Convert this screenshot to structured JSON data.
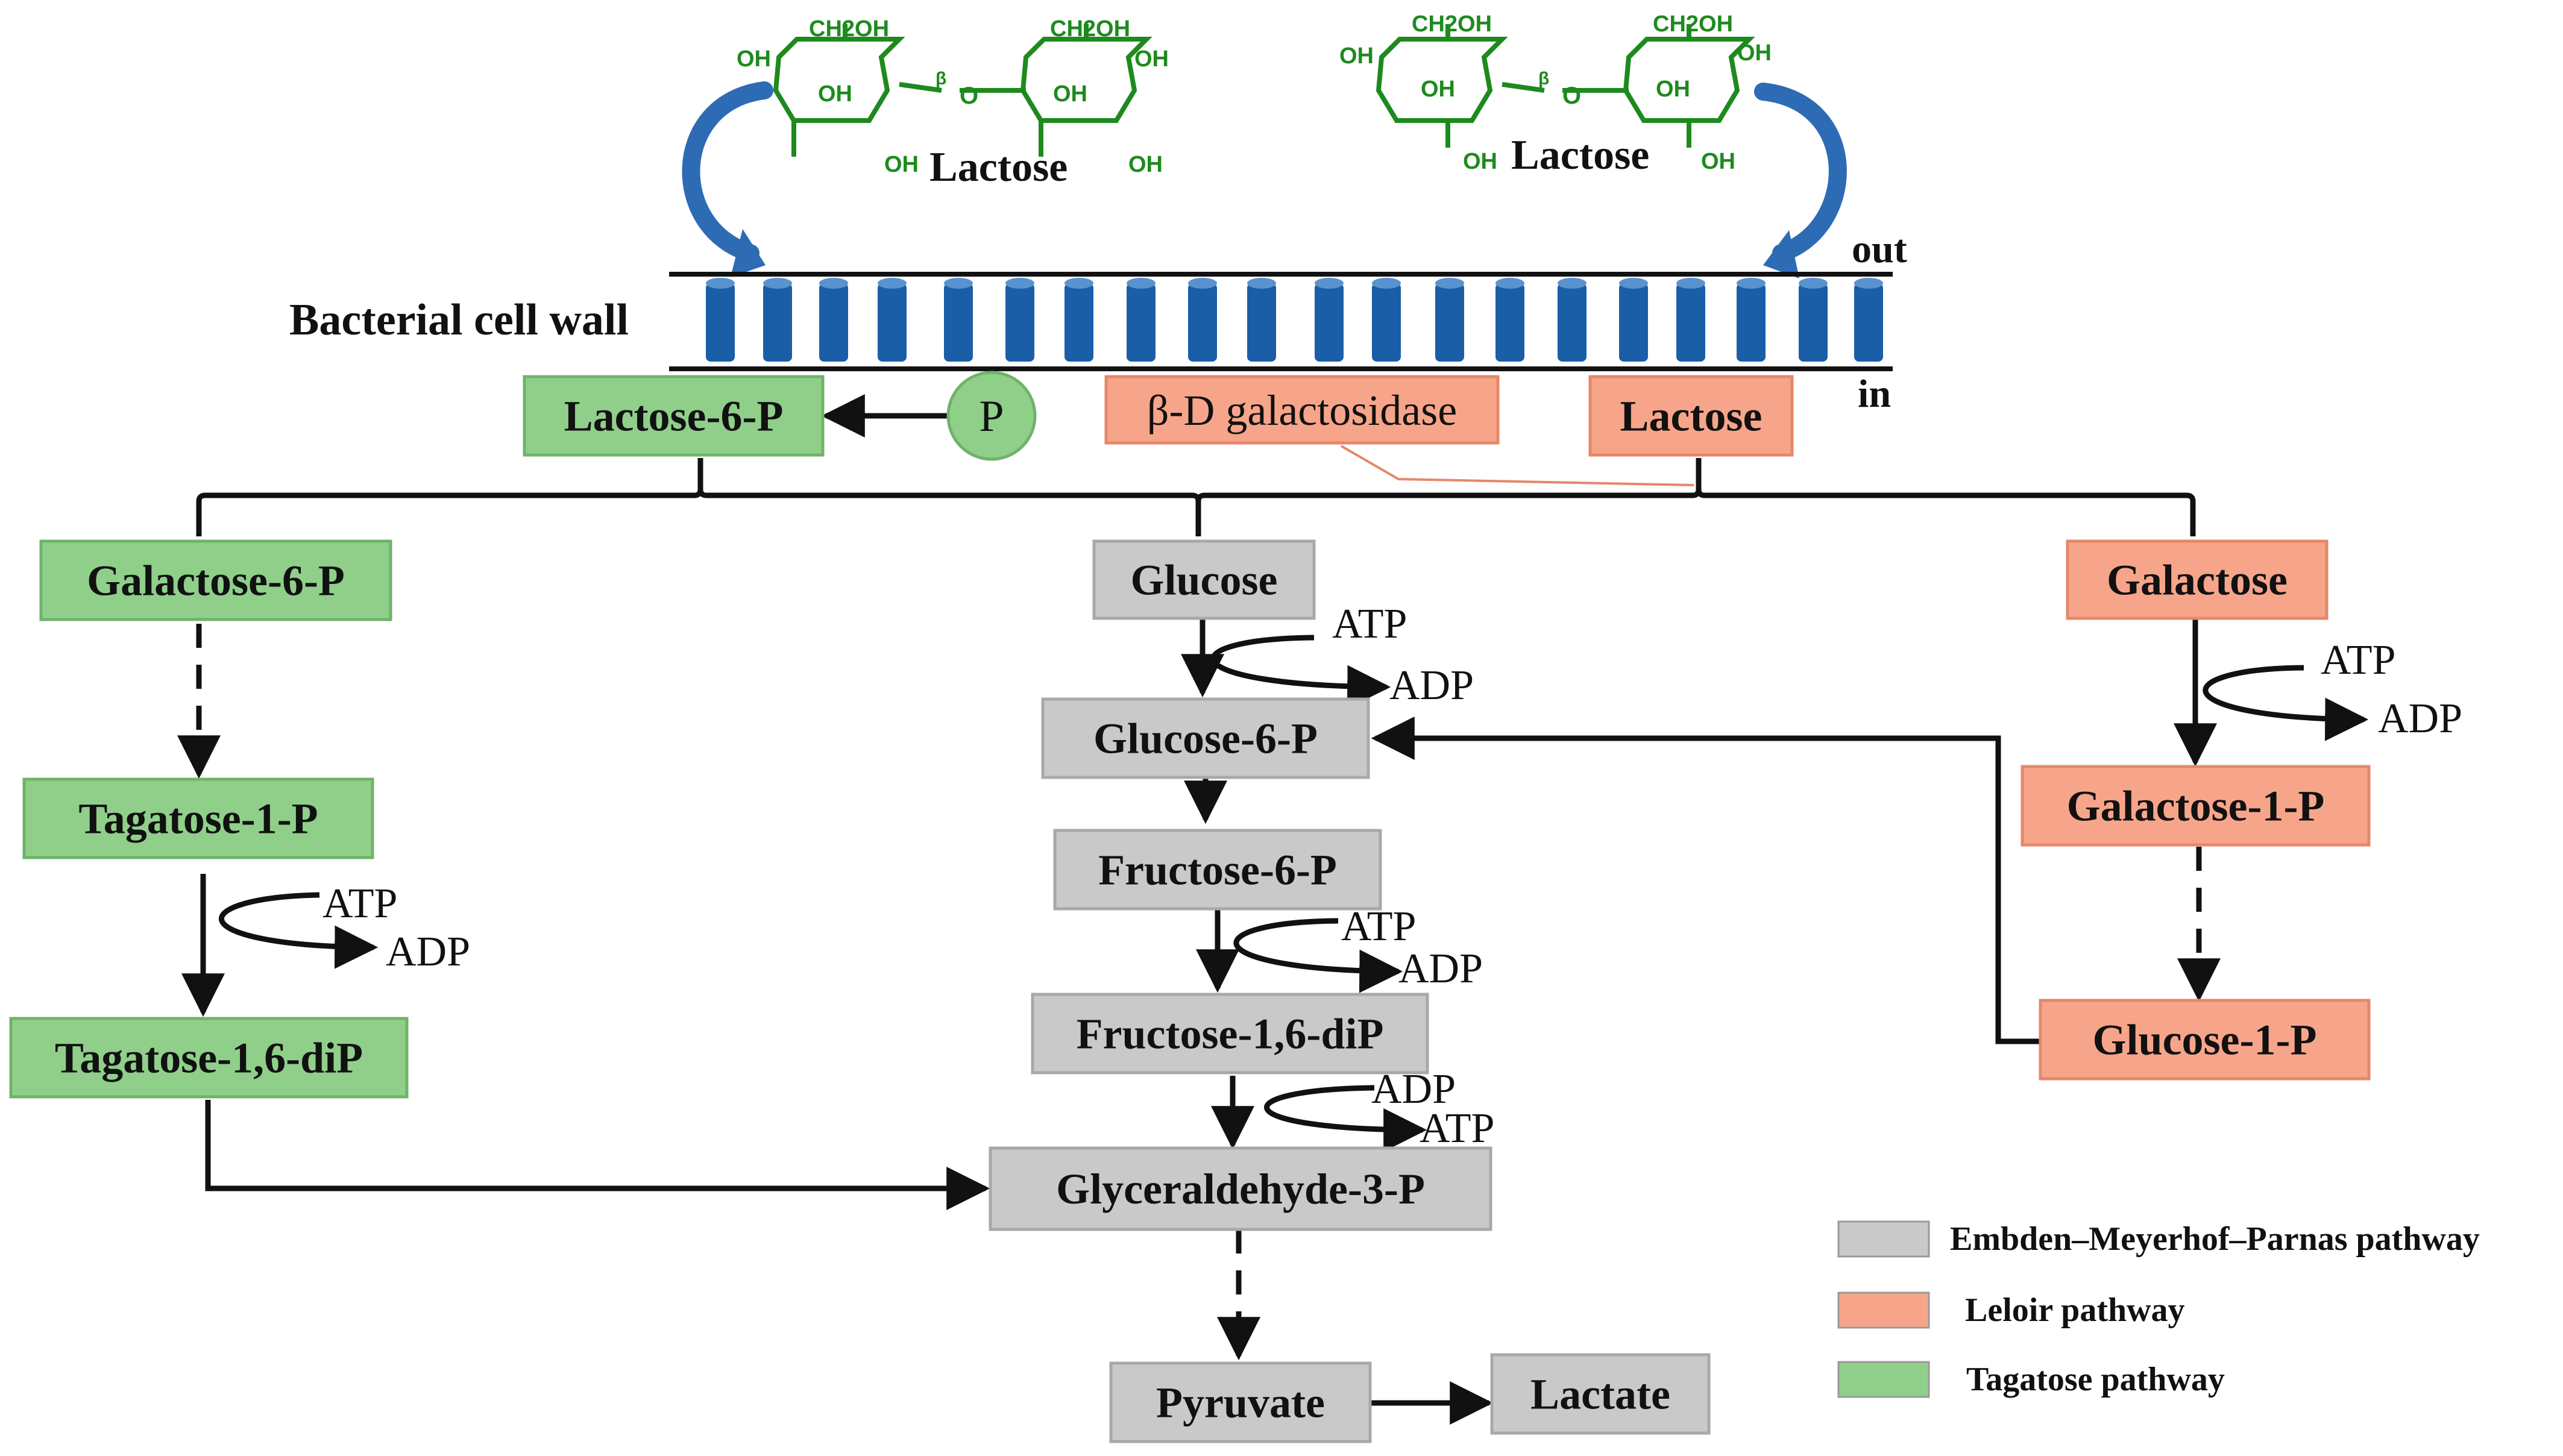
{
  "colors": {
    "green_fill": "#8fcf8a",
    "green_stroke": "#6fb36a",
    "salmon_fill": "#f7a58a",
    "salmon_stroke": "#e6876a",
    "gray_fill": "#c9c9c9",
    "gray_stroke": "#a8a8a8",
    "channel_blue": "#1a5ea8",
    "arrow_blue": "#2d6bb5",
    "structure_green": "#1e8a1e"
  },
  "membrane": {
    "label": "Bacterial cell wall",
    "out_label": "out",
    "in_label": "in"
  },
  "sugar_structures": [
    {
      "name": "Lactose",
      "group_labels": [
        "CH2OH",
        "CH2OH",
        "OH",
        "OH",
        "OH",
        "OH",
        "OH",
        "OH",
        "β",
        "O"
      ]
    },
    {
      "name": "Lactose",
      "group_labels": [
        "CH2OH",
        "CH2OH",
        "OH",
        "OH",
        "OH",
        "OH",
        "OH",
        "OH",
        "β",
        "O"
      ]
    }
  ],
  "phosphate": "P",
  "enzyme": "β-D galactosidase",
  "boxes": {
    "lactose_6p": "Lactose-6-P",
    "lactose_in": "Lactose",
    "galactose_6p": "Galactose-6-P",
    "tagatose_1p": "Tagatose-1-P",
    "tagatose_16dip": "Tagatose-1,6-diP",
    "glucose": "Glucose",
    "glucose_6p": "Glucose-6-P",
    "fructose_6p": "Fructose-6-P",
    "fructose_16dip": "Fructose-1,6-diP",
    "glyceraldehyde_3p": "Glyceraldehyde-3-P",
    "pyruvate": "Pyruvate",
    "lactate": "Lactate",
    "galactose": "Galactose",
    "galactose_1p": "Galactose-1-P",
    "glucose_1p": "Glucose-1-P"
  },
  "cofactors": {
    "glucose_step": [
      "ATP",
      "ADP"
    ],
    "galactose_step": [
      "ATP",
      "ADP"
    ],
    "tagatose_step": [
      "ATP",
      "ADP"
    ],
    "fructose_step": [
      "ATP",
      "ADP"
    ],
    "gap_step": [
      "ADP",
      "ATP"
    ]
  },
  "legend": [
    {
      "label": "Embden–Meyerhof–Parnas pathway",
      "color": "#c9c9c9"
    },
    {
      "label": "Leloir pathway",
      "color": "#f7a58a"
    },
    {
      "label": "Tagatose pathway",
      "color": "#8fcf8a"
    }
  ]
}
